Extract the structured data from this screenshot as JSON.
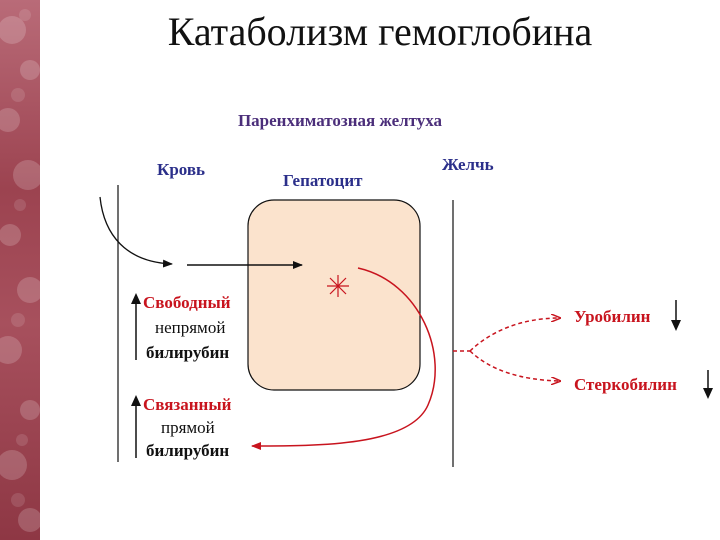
{
  "title": "Катаболизм гемоглобина",
  "subtitle": "Паренхиматозная желтуха",
  "labels": {
    "blood": "Кровь",
    "hepatocyte": "Гепатоцит",
    "bile": "Желчь",
    "free_line1": "Свободный",
    "free_line2": "непрямой",
    "free_line3": "билирубин",
    "bound_line1": "Связанный",
    "bound_line2": "прямой",
    "bound_line3": "билирубин",
    "urobilin": "Уробилин",
    "stercobilin": "Стеркобилин"
  },
  "colors": {
    "accent_red": "#c8141e",
    "label_blue": "#2b2f8a",
    "subtitle_purple": "#4b2e7a",
    "cell_fill": "#fbe3cd",
    "cell_stroke": "#111111",
    "sidebar": "#9c4350"
  },
  "icons": {
    "damage_marker": "asterisk-icon",
    "decrease_arrows": "down-arrow-icon",
    "increase_arrows": "up-arrow-icon"
  }
}
